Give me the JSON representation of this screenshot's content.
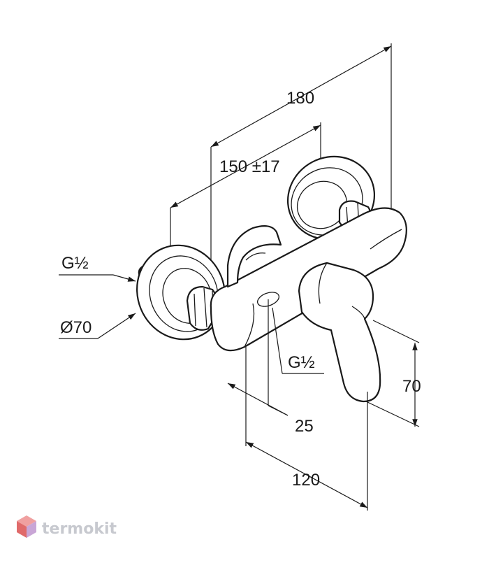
{
  "dimensions": {
    "overall_width": "180",
    "center_distance": "150 ±17",
    "lever_height": "70",
    "spout_offset": "25",
    "depth": "120"
  },
  "labels": {
    "inlet_thread": "G½",
    "flange_diameter": "Ø70",
    "outlet_thread": "G½"
  },
  "watermark": {
    "text": "termokit",
    "colors": {
      "cube_top": "#f0a0a0",
      "cube_left": "#e06a6a",
      "cube_right": "#c9a6d6"
    }
  }
}
